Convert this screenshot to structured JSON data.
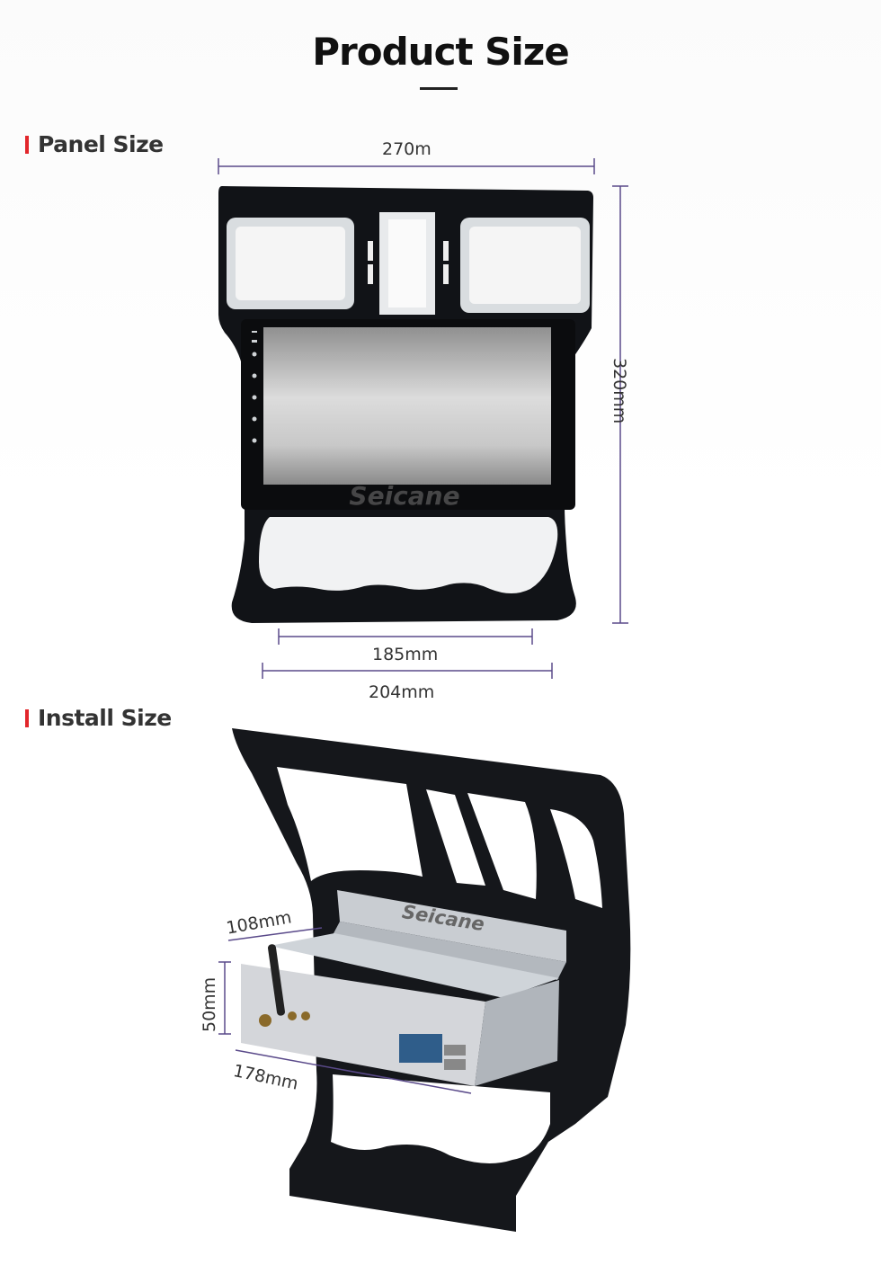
{
  "page": {
    "title": "Product Size"
  },
  "panel_section": {
    "label": "Panel Size",
    "dims": {
      "width_top": "270m",
      "height": "320mm",
      "screen_width": "185mm",
      "bottom_width": "204mm"
    },
    "watermark": "Seicane"
  },
  "install_section": {
    "label": "Install Size",
    "dims": {
      "depth": "108mm",
      "height": "50mm",
      "width": "178mm"
    },
    "unit_brand": "Seicane"
  },
  "colors": {
    "accent": "#e2262b",
    "dimension_line": "#5a4a8a",
    "panel": "#111317"
  }
}
